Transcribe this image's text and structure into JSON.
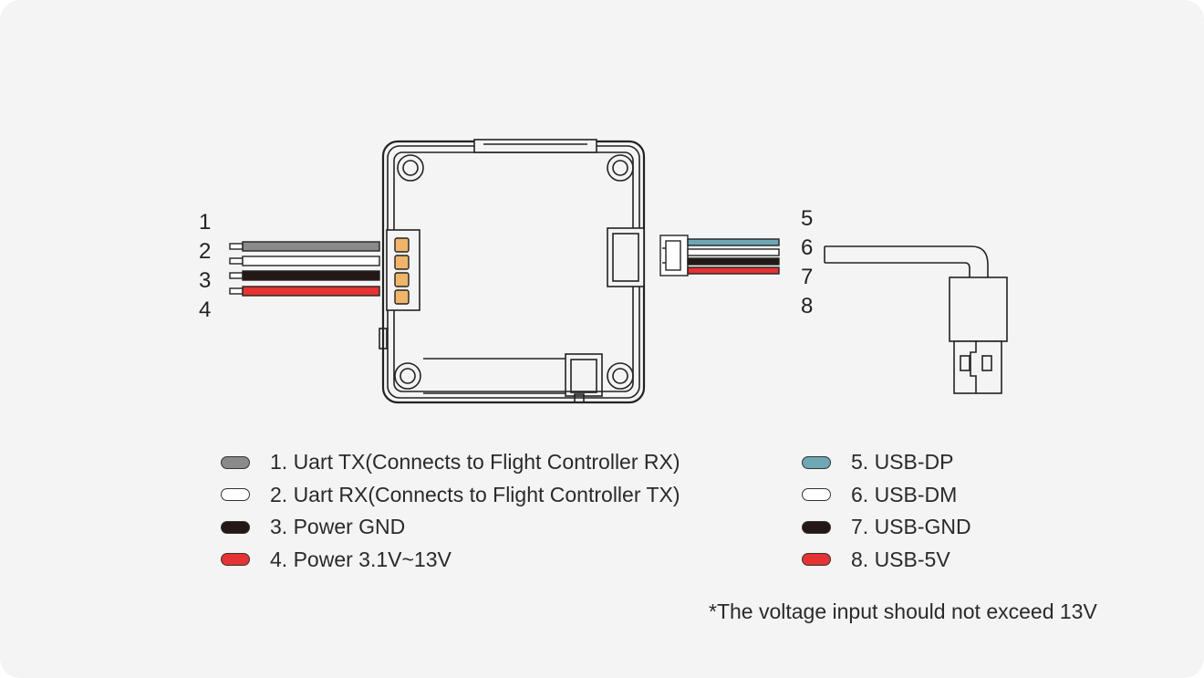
{
  "pins_left": [
    "1",
    "2",
    "3",
    "4"
  ],
  "pins_right": [
    "5",
    "6",
    "7",
    "8"
  ],
  "legend_left": [
    {
      "label": "1. Uart TX(Connects to Flight Controller RX)",
      "color": "#8a8a8a"
    },
    {
      "label": "2. Uart RX(Connects to Flight Controller TX)",
      "color": "#ffffff"
    },
    {
      "label": "3. Power GND",
      "color": "#231815"
    },
    {
      "label": "4. Power 3.1V~13V",
      "color": "#e53333"
    }
  ],
  "legend_right": [
    {
      "label": "5. USB-DP",
      "color": "#6ea8b4"
    },
    {
      "label": "6. USB-DM",
      "color": "#ffffff"
    },
    {
      "label": "7. USB-GND",
      "color": "#231815"
    },
    {
      "label": "8. USB-5V",
      "color": "#e53333"
    }
  ],
  "note": "*The voltage input should not exceed 13V",
  "colors": {
    "background": "#f4f4f4",
    "outline": "#222222",
    "pad": "#f0b56a"
  }
}
